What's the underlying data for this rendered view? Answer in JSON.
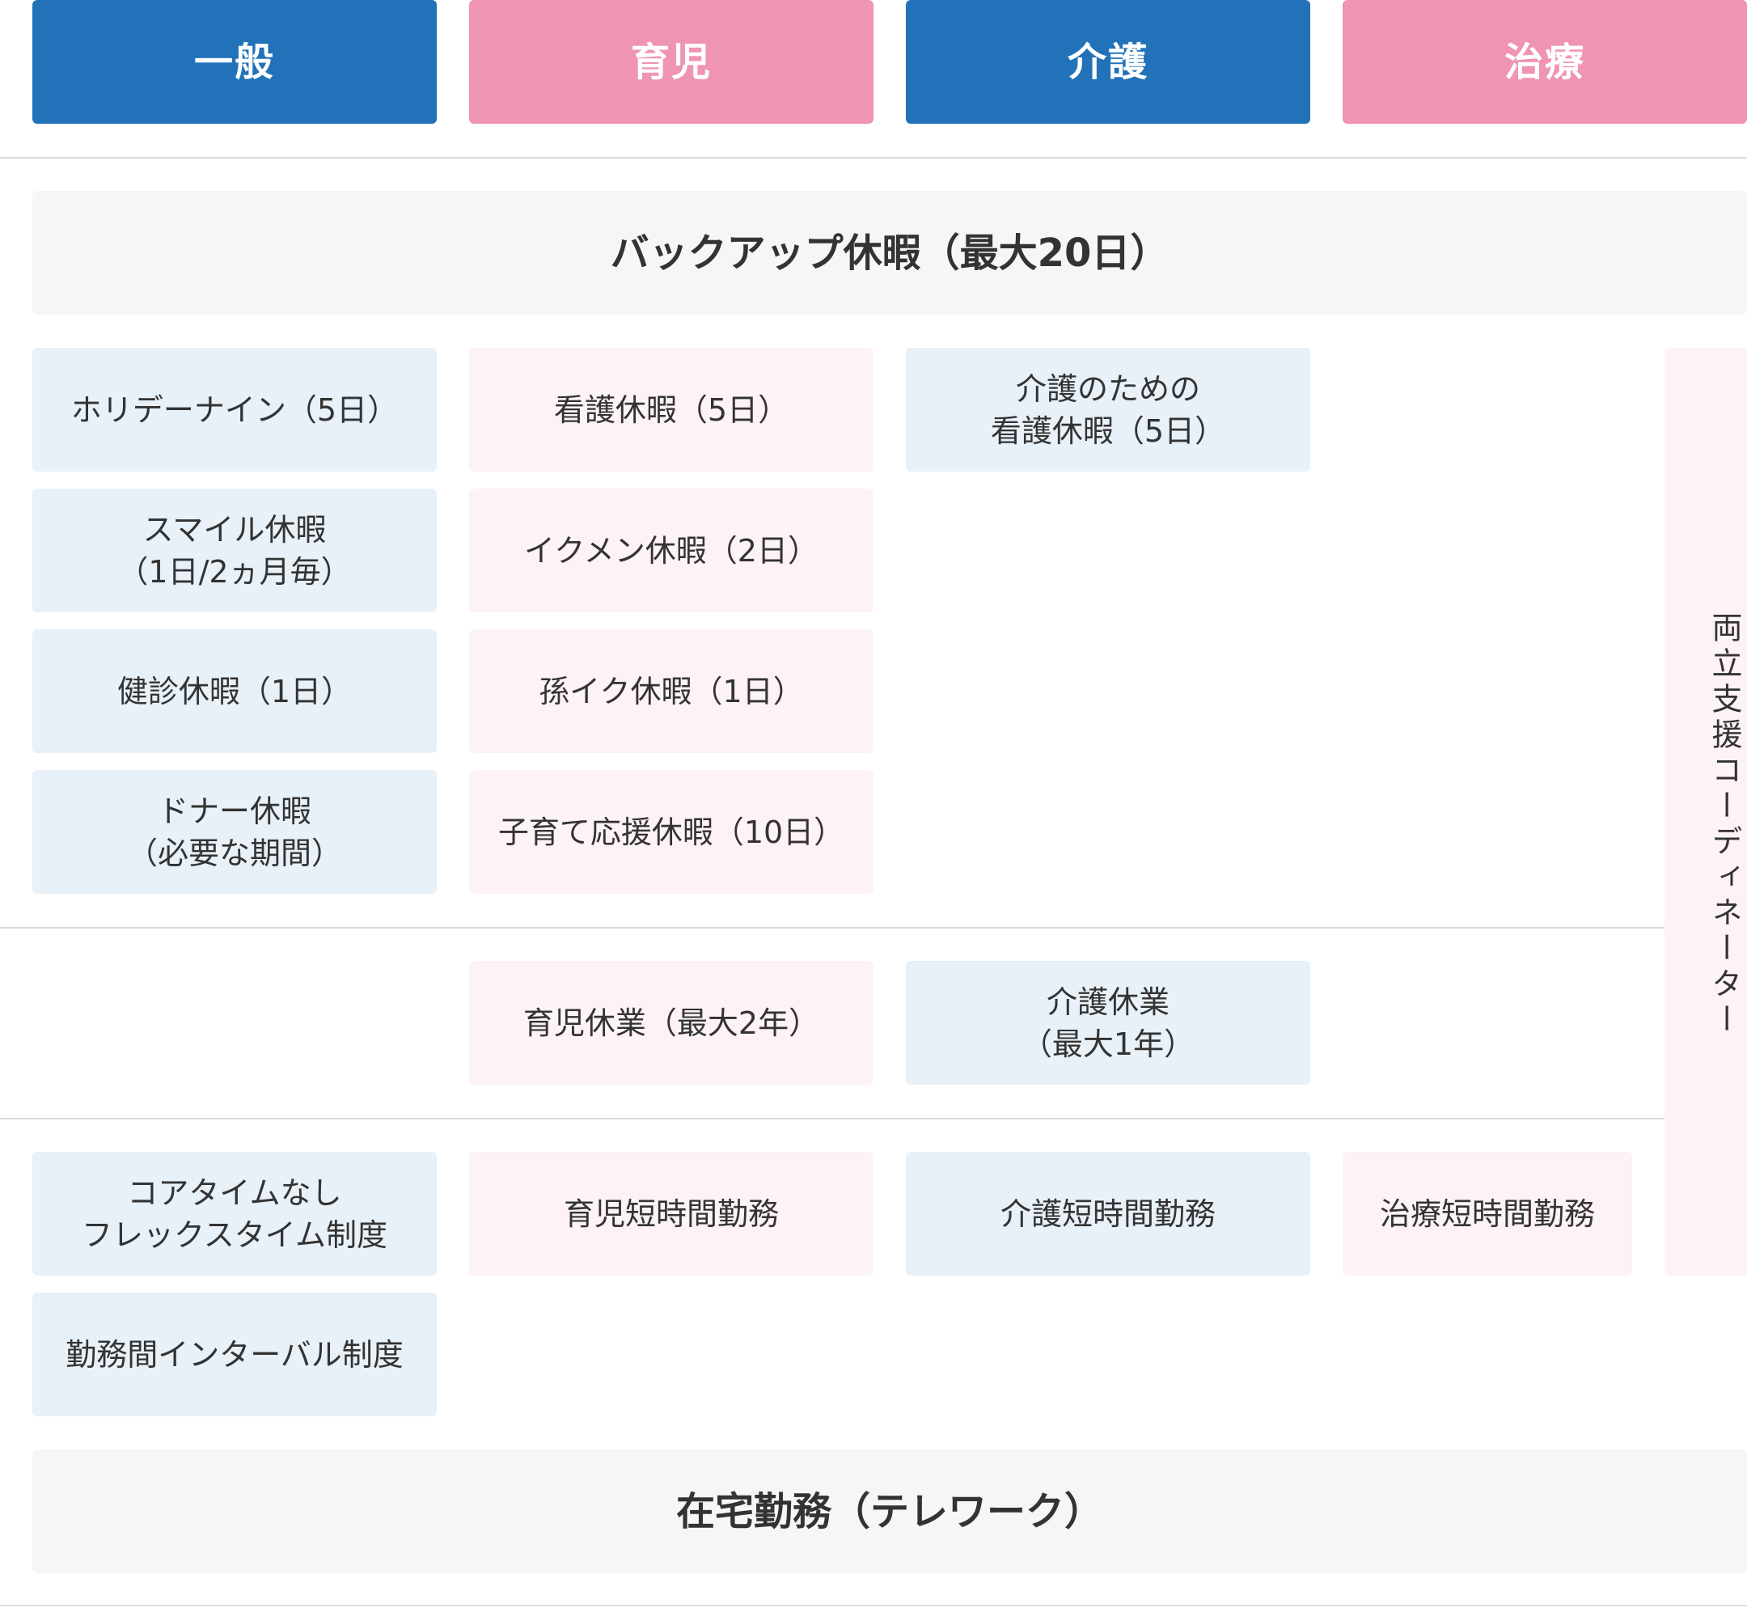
{
  "headers": {
    "general": "一般",
    "childcare": "育児",
    "nursing": "介護",
    "treatment": "治療"
  },
  "backup_leave": "バックアップ休暇（最大20日）",
  "general_items": {
    "holiday_nine": "ホリデーナイン（5日）",
    "smile_leave": "スマイル休暇\n（1日/2ヵ月毎）",
    "health_check_leave": "健診休暇（1日）",
    "donor_leave": "ドナー休暇\n（必要な期間）",
    "core_time_flex": "コアタイムなし\nフレックスタイム制度",
    "work_interval": "勤務間インターバル制度"
  },
  "childcare_items": {
    "nursing_care_leave": "看護休暇（5日）",
    "ikumen_leave": "イクメン休暇（2日）",
    "grandchild_leave": "孫イク休暇（1日）",
    "parenting_support_leave": "子育て応援休暇（10日）",
    "childcare_leave_long": "育児休業（最大2年）",
    "childcare_short_hours": "育児短時間勤務"
  },
  "nursing_items": {
    "nursing_care_leave": "介護のための\n看護休暇（5日）",
    "nursing_leave_long": "介護休業\n（最大1年）",
    "nursing_short_hours": "介護短時間勤務"
  },
  "treatment_items": {
    "treatment_short_hours": "治療短時間勤務"
  },
  "coordinator": "両立支援コーディネーター",
  "telework": "在宅勤務（テレワーク）"
}
